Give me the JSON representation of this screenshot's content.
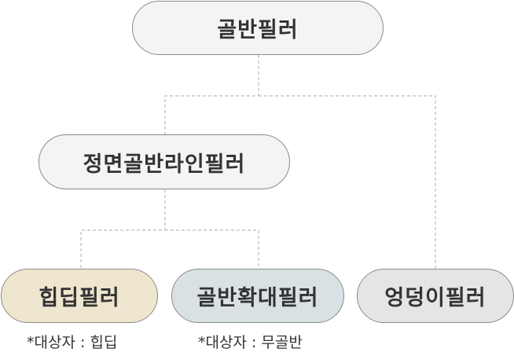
{
  "diagram": {
    "root": {
      "label": "골반필러",
      "fill": "#f4f4f4"
    },
    "frontal": {
      "label": "정면골반라인필러",
      "fill": "#f4f4f4"
    },
    "hipdip": {
      "label": "힙딥필러",
      "fill": "#efe6cf",
      "note": "*대상자 : 힙딥"
    },
    "pelvis_enlarge": {
      "label": "골반확대필러",
      "fill": "#d9e1e5",
      "note": "*대상자 : 무골반"
    },
    "buttock": {
      "label": "엉덩이필러",
      "fill": "#e5e5e5"
    },
    "connector_color": "#bbbbbb"
  }
}
